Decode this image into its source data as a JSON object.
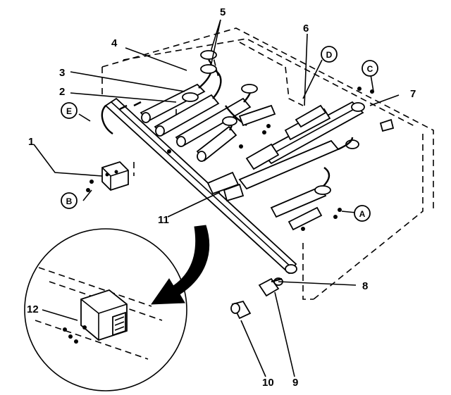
{
  "callouts": {
    "c1": "1",
    "c2": "2",
    "c3": "3",
    "c4": "4",
    "c5": "5",
    "c6": "6",
    "c7": "7",
    "c8": "8",
    "c9": "9",
    "c10": "10",
    "c11": "11",
    "c12": "12"
  },
  "letters": {
    "A": "A",
    "B": "B",
    "C": "C",
    "D": "D",
    "E": "E"
  }
}
